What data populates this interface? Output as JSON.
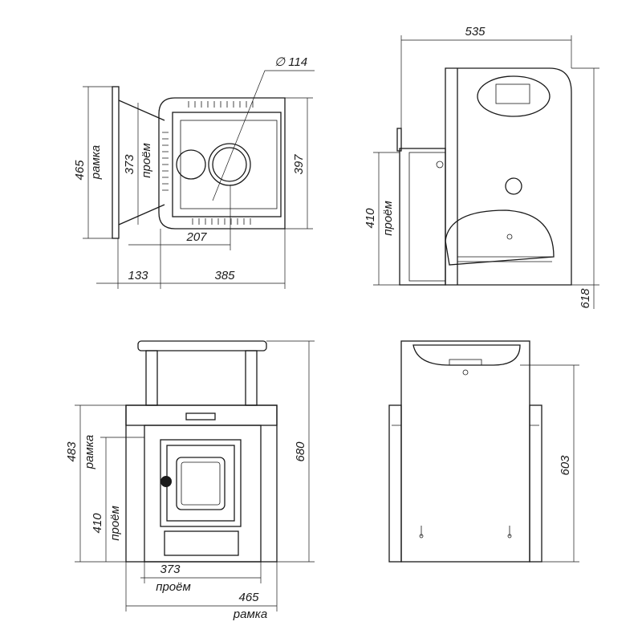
{
  "top_view": {
    "diameter_label": "∅ 114",
    "frame_width": "465",
    "frame_word": "рамка",
    "opening_width": "373",
    "opening_word": "проём",
    "body_depth": "397",
    "flue_offset": "207",
    "frame_offset": "133",
    "body_length": "385"
  },
  "side_view_top": {
    "total_length": "535",
    "opening_height": "410",
    "opening_word": "проём",
    "total_height": "618"
  },
  "front_view": {
    "frame_height": "483",
    "frame_word": "рамка",
    "opening_height": "410",
    "opening_word": "проём",
    "total_height": "680",
    "opening_width": "373",
    "opening_word2": "проём",
    "frame_width": "465",
    "frame_word2": "рамка"
  },
  "side_view_bottom": {
    "body_height": "603"
  }
}
